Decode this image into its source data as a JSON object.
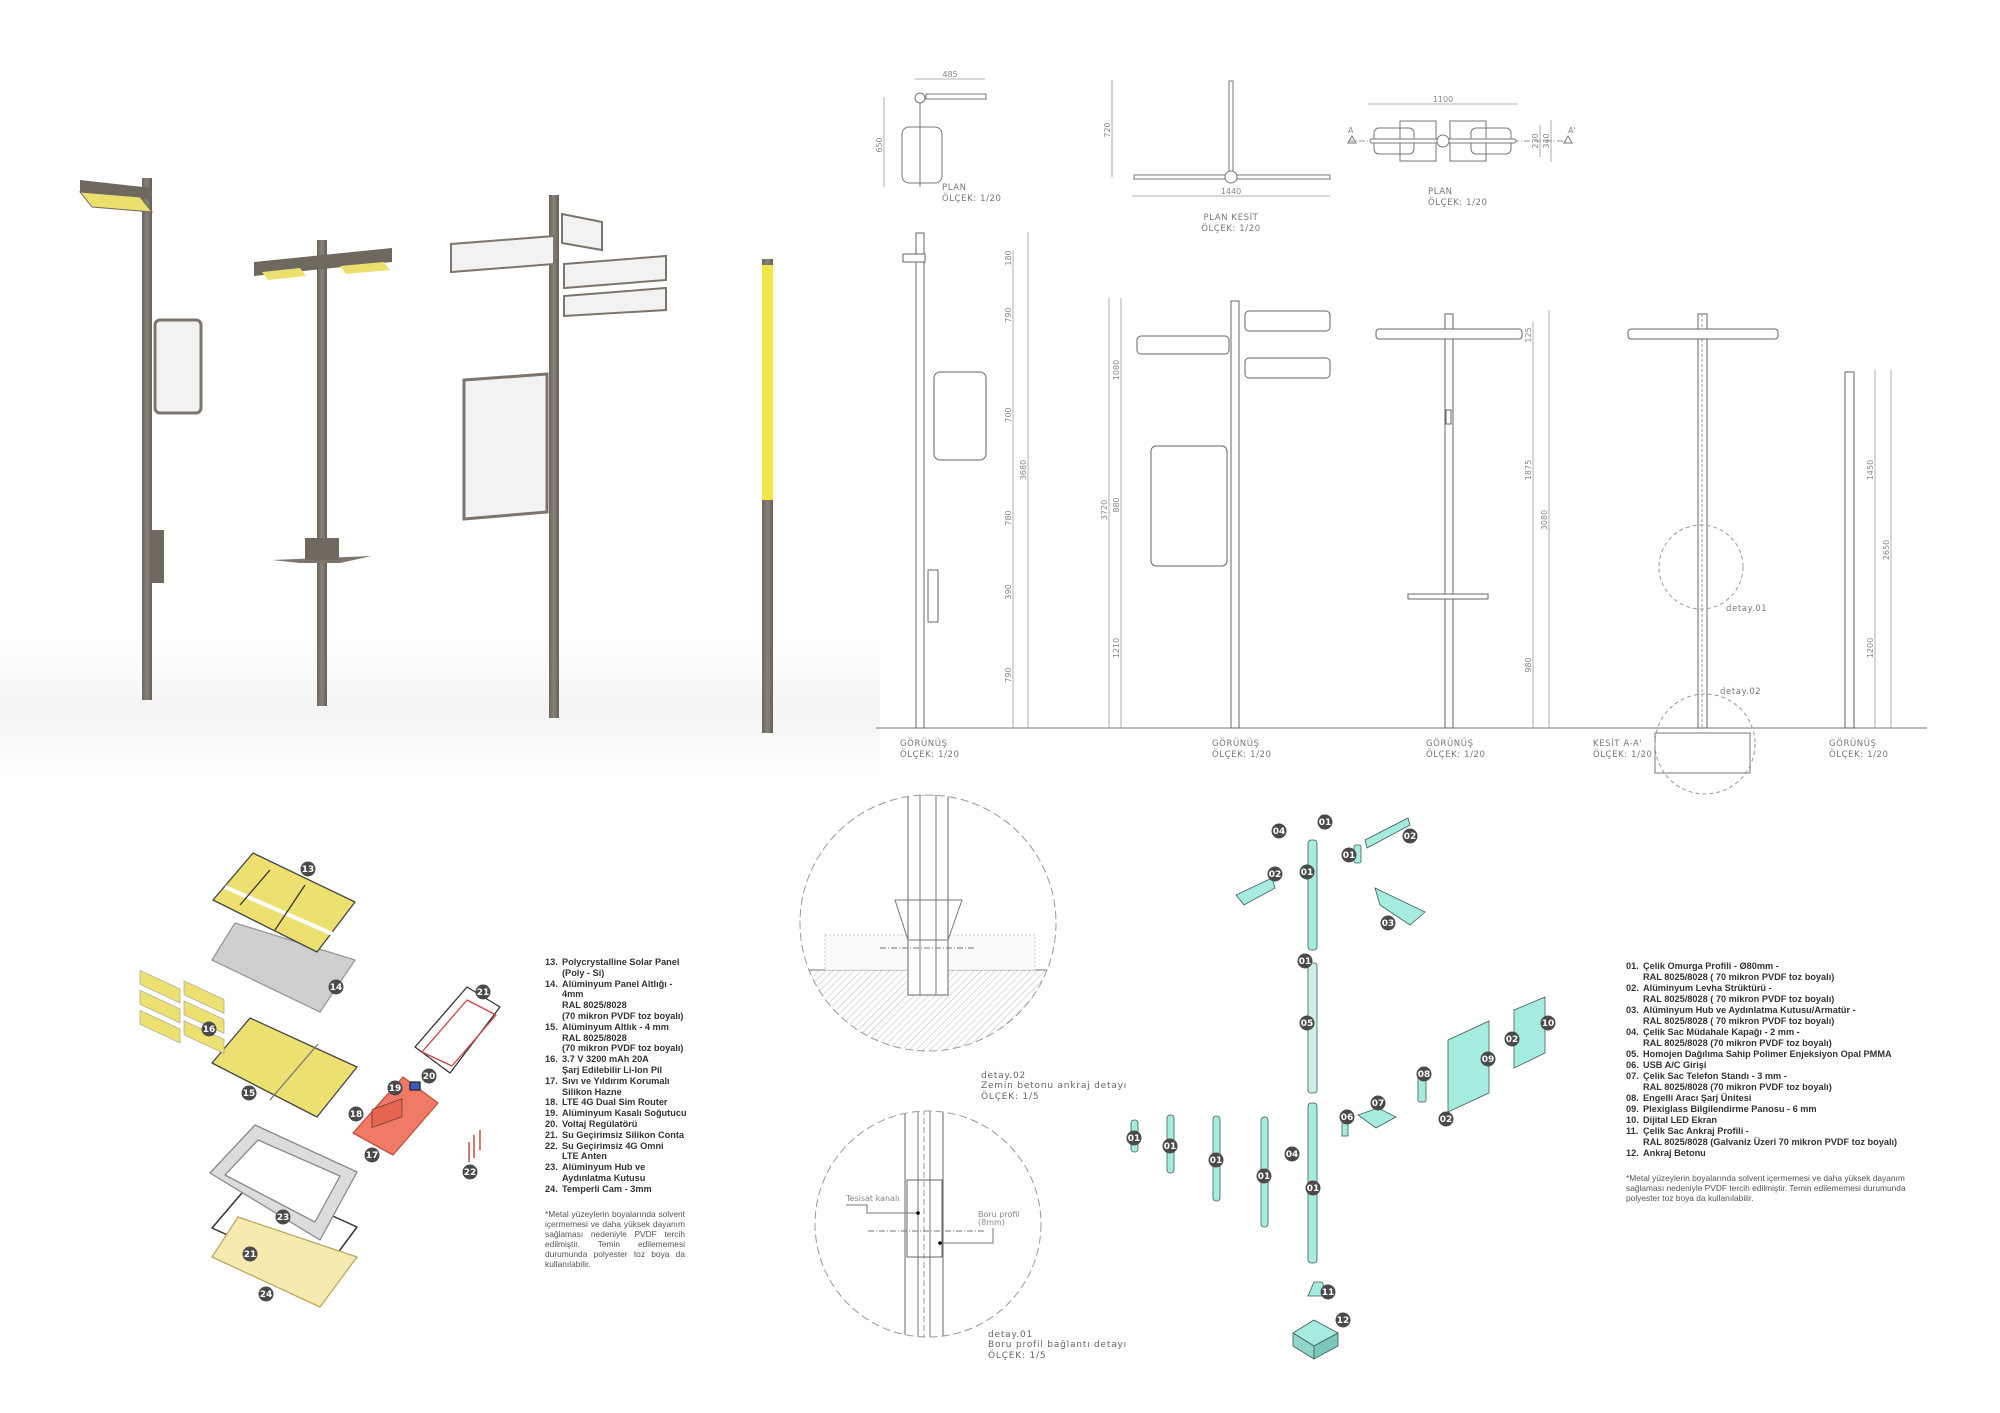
{
  "renders": {
    "colors": {
      "pole": "#7d756b",
      "solar": "#ebe06e",
      "sign": "#f2f2f2",
      "strip": "#f1e64a"
    }
  },
  "plans": [
    {
      "title": "PLAN",
      "scale": "ÖLÇEK: 1/20",
      "dims": [
        "485",
        "650"
      ]
    },
    {
      "title": "PLAN KESİT",
      "scale": "ÖLÇEK: 1/20",
      "dims": [
        "720",
        "1440"
      ]
    },
    {
      "title": "PLAN",
      "scale": "ÖLÇEK: 1/20",
      "dims": [
        "1100",
        "230",
        "340"
      ],
      "section_marks": [
        "A",
        "A'"
      ]
    }
  ],
  "elevations": [
    {
      "title": "GÖRÜNÜŞ",
      "scale": "ÖLÇEK: 1/20",
      "dims": [
        "180",
        "790",
        "700",
        "780",
        "390",
        "790"
      ],
      "total": "3680"
    },
    {
      "title": "GÖRÜNÜŞ",
      "scale": "ÖLÇEK: 1/20",
      "dims": [
        "1080",
        "880",
        "1210"
      ],
      "total": "3720"
    },
    {
      "title": "GÖRÜNÜŞ",
      "scale": "ÖLÇEK: 1/20",
      "dims": [
        "125",
        "1875",
        "980"
      ],
      "total": "3080"
    },
    {
      "title": "KESİT A-A'",
      "scale": "ÖLÇEK: 1/20",
      "detail_tags": [
        "detay.01",
        "detay.02"
      ]
    },
    {
      "title": "GÖRÜNÜŞ",
      "scale": "ÖLÇEK: 1/20",
      "dims": [
        "1450",
        "1200"
      ],
      "total": "2650"
    }
  ],
  "details": [
    {
      "tag": "detay.02",
      "name": "Zemin betonu ankraj detayı",
      "scale": "ÖLÇEK: 1/5"
    },
    {
      "tag": "detay.01",
      "name": "Boru profil bağlantı detayı",
      "scale": "ÖLÇEK: 1/5",
      "notes": [
        "Tesisat kanalı",
        "Boru profil",
        "(8mm)"
      ]
    }
  ],
  "exploded_a": {
    "colors": {
      "solar": "#ece070",
      "plate": "#cfcfcf",
      "board": "#f07a66",
      "glass": "#f6eab0",
      "frame": "#d8d8d8"
    },
    "callouts": [
      "13",
      "14",
      "16",
      "15",
      "21",
      "20",
      "19",
      "18",
      "17",
      "22",
      "23",
      "21",
      "24"
    ]
  },
  "legend_a": {
    "items": [
      {
        "num": "13.",
        "lines": [
          "Polycrystalline Solar Panel",
          "(Poly - Si)"
        ]
      },
      {
        "num": "14.",
        "lines": [
          "Alüminyum Panel Altlığı - 4mm",
          "RAL 8025/8028",
          "(70 mikron PVDF toz boyalı)"
        ]
      },
      {
        "num": "15.",
        "lines": [
          "Alüminyum Altlık - 4 mm",
          "RAL 8025/8028",
          "(70 mikron PVDF toz boyalı)"
        ]
      },
      {
        "num": "16.",
        "lines": [
          "3.7 V 3200 mAh 20A",
          "Şarj Edilebilir Li-Ion Pil"
        ]
      },
      {
        "num": "17.",
        "lines": [
          "Sıvı ve Yıldırım Korumalı",
          "Silikon Hazne"
        ]
      },
      {
        "num": "18.",
        "lines": [
          "LTE 4G Dual Sim Router"
        ]
      },
      {
        "num": "19.",
        "lines": [
          "Alüminyum Kasalı Soğutucu"
        ]
      },
      {
        "num": "20.",
        "lines": [
          "Voltaj Regülatörü"
        ]
      },
      {
        "num": "21.",
        "lines": [
          "Su Geçirimsiz Silikon Conta"
        ]
      },
      {
        "num": "22.",
        "lines": [
          "Su Geçirimsiz 4G Omni",
          "LTE Anten"
        ]
      },
      {
        "num": "23.",
        "lines": [
          "Alüminyum Hub ve",
          "Aydınlatma Kutusu"
        ]
      },
      {
        "num": "24.",
        "lines": [
          "Temperli Cam - 3mm"
        ]
      }
    ],
    "note": "*Metal yüzeylerin boyalarında solvent içermemesi ve daha yüksek dayanım sağlaması nedeniyle PVDF tercih edilmiştir. Temin edilememesi durumunda polyester toz boya da kullanılabilir."
  },
  "exploded_b": {
    "colors": {
      "part": "#a6ebdf",
      "part_light": "#cdeeea"
    },
    "callouts": [
      "01",
      "04",
      "02",
      "01",
      "02",
      "01",
      "03",
      "01",
      "05",
      "10",
      "02",
      "09",
      "08",
      "07",
      "06",
      "02",
      "01",
      "01",
      "01",
      "04",
      "01",
      "01",
      "11",
      "12"
    ]
  },
  "legend_b": {
    "items": [
      {
        "num": "01.",
        "lines": [
          "Çelik Omurga Profili - Ø80mm -",
          "RAL 8025/8028 ( 70 mikron PVDF toz boyalı)"
        ]
      },
      {
        "num": "02.",
        "lines": [
          "Alüminyum Levha Strüktürü -",
          "RAL 8025/8028 ( 70 mikron PVDF toz boyalı)"
        ]
      },
      {
        "num": "03.",
        "lines": [
          "Alüminyum Hub ve Aydınlatma Kutusu/Armatür -",
          "RAL 8025/8028 ( 70 mikron PVDF toz boyalı)"
        ]
      },
      {
        "num": "04.",
        "lines": [
          "Çelik Sac Müdahale Kapağı - 2 mm -",
          "RAL 8025/8028 (70 mikron PVDF toz boyalı)"
        ]
      },
      {
        "num": "05.",
        "lines": [
          "Homojen Dağılıma Sahip Polimer Enjeksiyon Opal PMMA"
        ]
      },
      {
        "num": "06.",
        "lines": [
          "USB A/C Girişi"
        ]
      },
      {
        "num": "07.",
        "lines": [
          "Çelik Sac Telefon Standı - 3 mm -",
          "RAL 8025/8028 (70 mikron PVDF toz boyalı)"
        ]
      },
      {
        "num": "08.",
        "lines": [
          "Engelli Aracı Şarj Ünitesi"
        ]
      },
      {
        "num": "09.",
        "lines": [
          "Plexiglass Bilgilendirme Panosu - 6 mm"
        ]
      },
      {
        "num": "10.",
        "lines": [
          "Dijital LED Ekran"
        ]
      },
      {
        "num": "11.",
        "lines": [
          "Çelik Sac Ankraj Profili -",
          "RAL 8025/8028 (Galvaniz Üzeri 70 mikron PVDF toz boyalı)"
        ]
      },
      {
        "num": "12.",
        "lines": [
          "Ankraj Betonu"
        ]
      }
    ],
    "note": "*Metal yüzeylerin boyalarında solvent içermemesi ve daha yüksek dayanım sağlaması nedeniyle PVDF tercih edilmiştir. Temin edilememesi durumunda polyester toz boya da kullanılabilir."
  }
}
